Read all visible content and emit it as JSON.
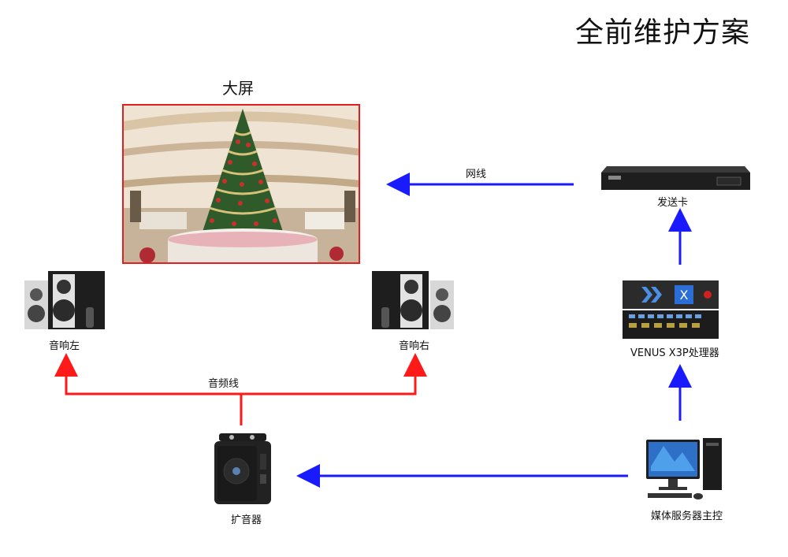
{
  "title": "全前维护方案",
  "screen": {
    "label": "大屏"
  },
  "devices": {
    "sending_card": "发送卡",
    "processor": "VENUS X3P处理器",
    "media_server": "媒体服务器主控",
    "speaker_left": "音响左",
    "speaker_right": "音响右",
    "amplifier": "扩音器"
  },
  "wires": {
    "network": "网线",
    "audio": "音频线"
  },
  "colors": {
    "video_arrow": "#1a1aff",
    "audio_arrow": "#ff1a1a",
    "screen_border": "#e02020"
  },
  "processor_panel": {
    "brand_mark": "X"
  }
}
